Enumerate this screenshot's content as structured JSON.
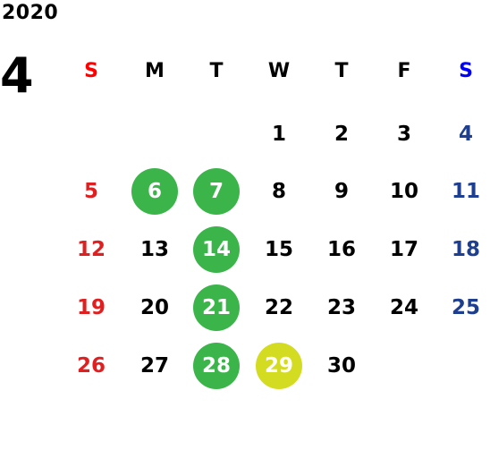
{
  "calendar": {
    "year": "2020",
    "month": "4",
    "weekdays": [
      {
        "label": "S",
        "kind": "sun"
      },
      {
        "label": "M",
        "kind": "day"
      },
      {
        "label": "T",
        "kind": "day"
      },
      {
        "label": "W",
        "kind": "day"
      },
      {
        "label": "T",
        "kind": "day"
      },
      {
        "label": "F",
        "kind": "day"
      },
      {
        "label": "S",
        "kind": "sat"
      }
    ],
    "weeks": [
      [
        null,
        null,
        null,
        {
          "day": "1"
        },
        {
          "day": "2"
        },
        {
          "day": "3"
        },
        {
          "day": "4"
        }
      ],
      [
        {
          "day": "5"
        },
        {
          "day": "6",
          "mark": "green"
        },
        {
          "day": "7",
          "mark": "green"
        },
        {
          "day": "8"
        },
        {
          "day": "9"
        },
        {
          "day": "10"
        },
        {
          "day": "11"
        }
      ],
      [
        {
          "day": "12"
        },
        {
          "day": "13"
        },
        {
          "day": "14",
          "mark": "green"
        },
        {
          "day": "15"
        },
        {
          "day": "16"
        },
        {
          "day": "17"
        },
        {
          "day": "18"
        }
      ],
      [
        {
          "day": "19"
        },
        {
          "day": "20"
        },
        {
          "day": "21",
          "mark": "green"
        },
        {
          "day": "22"
        },
        {
          "day": "23"
        },
        {
          "day": "24"
        },
        {
          "day": "25"
        }
      ],
      [
        {
          "day": "26"
        },
        {
          "day": "27"
        },
        {
          "day": "28",
          "mark": "green"
        },
        {
          "day": "29",
          "mark": "yellow"
        },
        {
          "day": "30"
        },
        null,
        null
      ]
    ]
  },
  "colors": {
    "sunday_header": "#ff0000",
    "saturday_header": "#0000ff",
    "sunday_date": "#e02020",
    "saturday_date": "#1e3f8f",
    "weekday": "#000000",
    "mark_green": "#3bb54a",
    "mark_yellow": "#d4dc22",
    "mark_text": "#ffffff"
  }
}
